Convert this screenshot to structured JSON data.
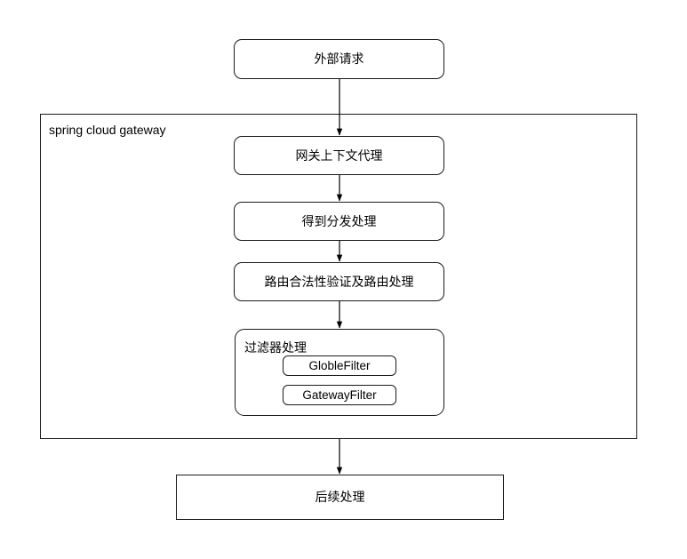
{
  "diagram": {
    "title_node": {
      "label": "外部请求"
    },
    "container": {
      "label": "spring cloud gateway"
    },
    "steps": [
      {
        "label": "网关上下文代理"
      },
      {
        "label": "得到分发处理"
      },
      {
        "label": "路由合法性验证及路由处理"
      }
    ],
    "filter_group": {
      "label": "过滤器处理",
      "filters": [
        {
          "label": "GlobleFilter"
        },
        {
          "label": "GatewayFilter"
        }
      ]
    },
    "end_node": {
      "label": "后续处理"
    },
    "colors": {
      "stroke": "#1a1a1a",
      "fill": "#ffffff",
      "text": "#000000"
    }
  }
}
